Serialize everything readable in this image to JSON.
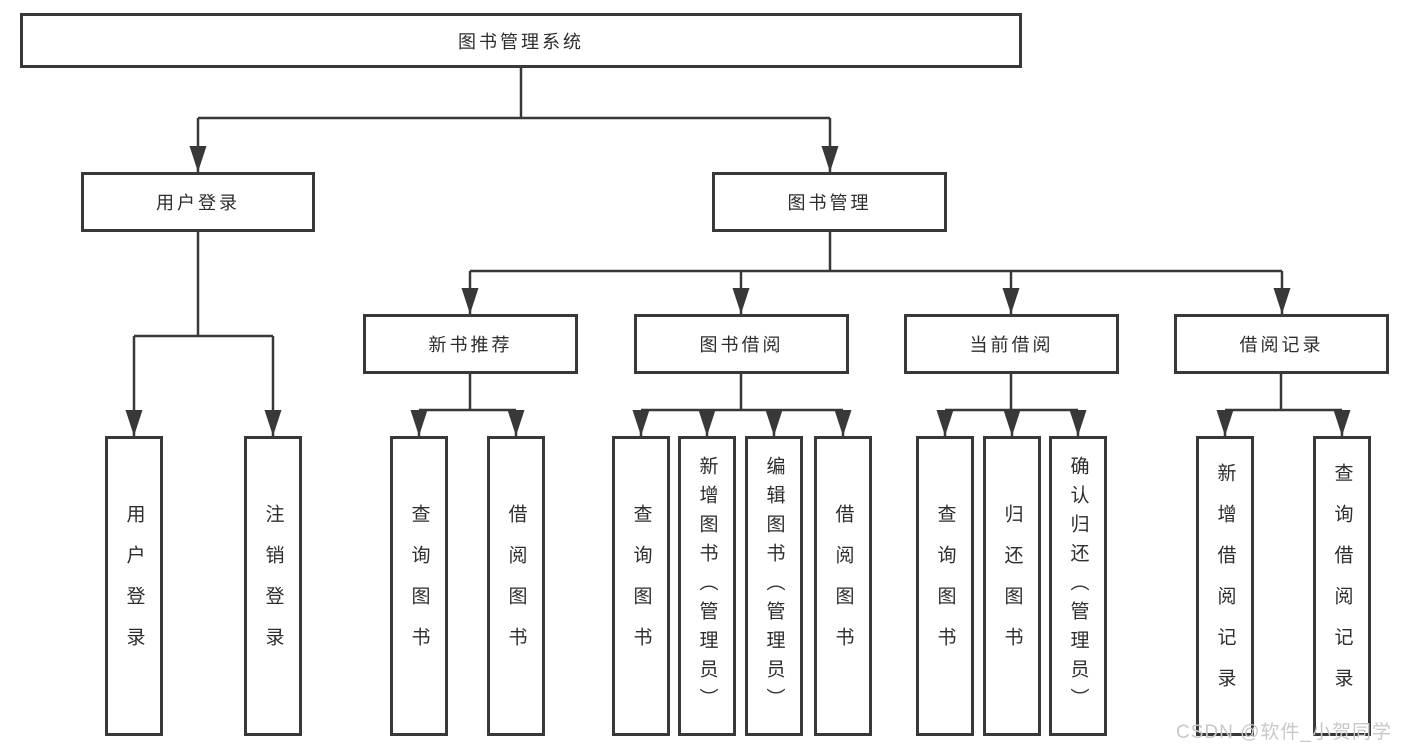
{
  "tree": {
    "root": "图书管理系统",
    "children": [
      {
        "label": "用户登录",
        "children": [
          {
            "label": "用户登录"
          },
          {
            "label": "注销登录"
          }
        ]
      },
      {
        "label": "图书管理",
        "children": [
          {
            "label": "新书推荐",
            "children": [
              {
                "label": "查询图书"
              },
              {
                "label": "借阅图书"
              }
            ]
          },
          {
            "label": "图书借阅",
            "children": [
              {
                "label": "查询图书"
              },
              {
                "label": "新增图书（管理员）"
              },
              {
                "label": "编辑图书（管理员）"
              },
              {
                "label": "借阅图书"
              }
            ]
          },
          {
            "label": "当前借阅",
            "children": [
              {
                "label": "查询图书"
              },
              {
                "label": "归还图书"
              },
              {
                "label": "确认归还（管理员）"
              }
            ]
          },
          {
            "label": "借阅记录",
            "children": [
              {
                "label": "新增借阅记录"
              },
              {
                "label": "查询借阅记录"
              }
            ]
          }
        ]
      }
    ]
  },
  "watermark": "CSDN @软件_小贺同学",
  "colors": {
    "line": "#383838",
    "border": "#383838",
    "text": "#2d2d2d",
    "watermark": "#c8c8c8",
    "background": "#ffffff"
  }
}
